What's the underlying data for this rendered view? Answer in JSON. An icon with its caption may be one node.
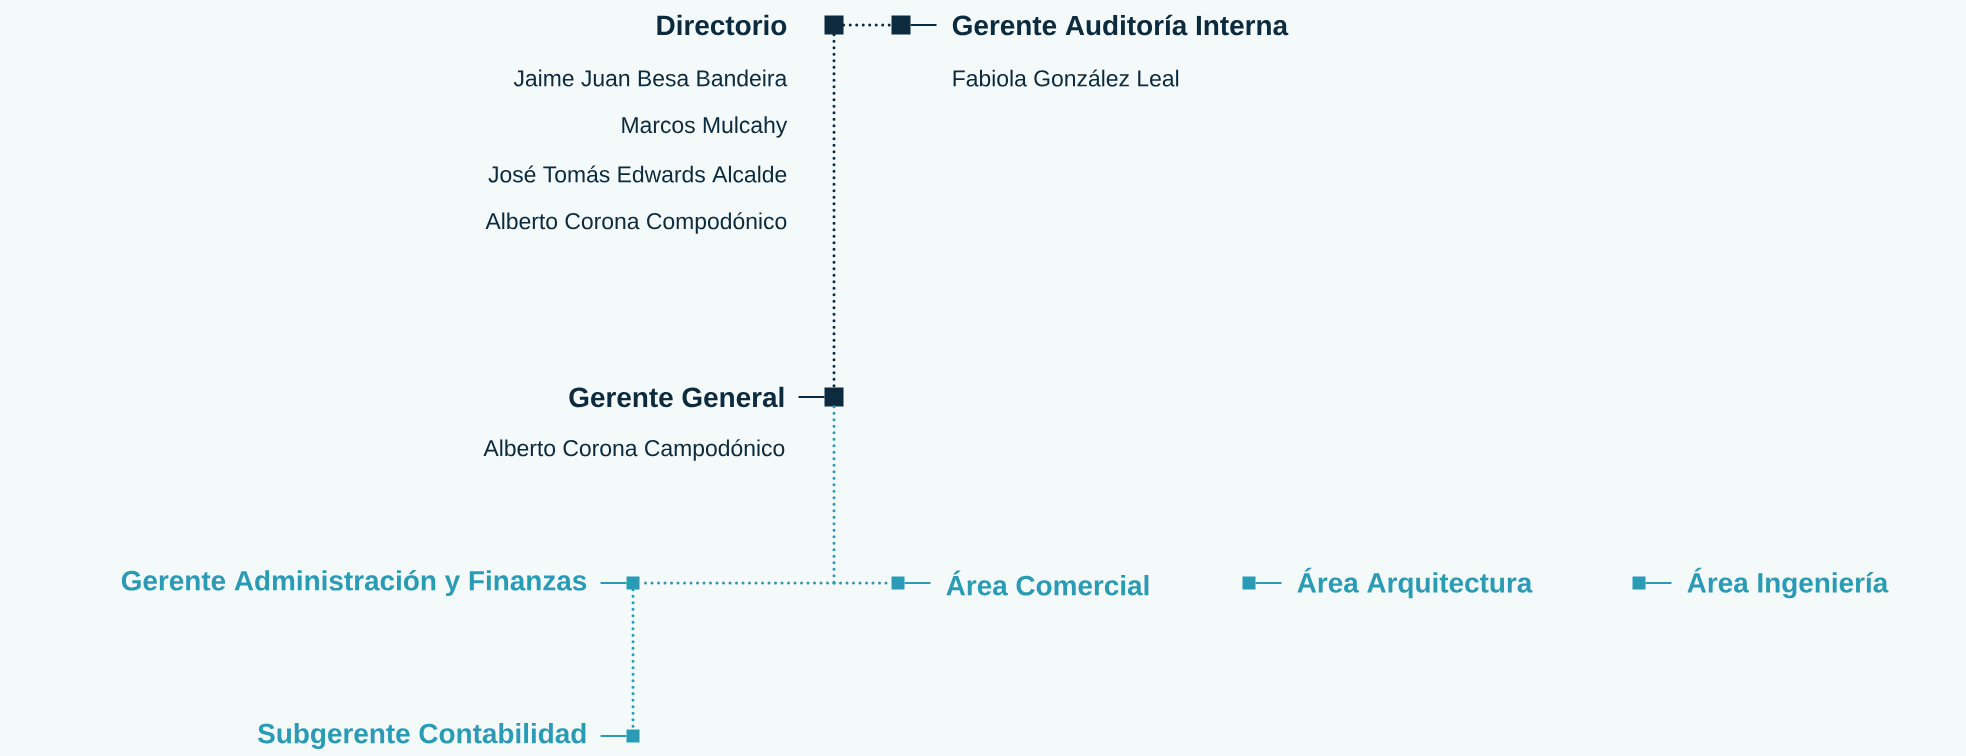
{
  "diagram": {
    "nodes": [
      {
        "text": [
          "Directorio"
        ],
        "beside": [
          "Jaime Juan Besa Bandeira",
          "Marcos Mulcahy",
          "José Tomás Edwards Alcalde",
          "Alberto Corona Compodónico"
        ]
      },
      {
        "text": [
          "Gerente Auditoría Interna"
        ],
        "beside": [
          "Fabiola González Leal"
        ]
      },
      {
        "text": [
          "Gerente General"
        ],
        "beside": [
          "Alberto Corona Campodónico"
        ]
      },
      {
        "text": [
          "Gerente Administración y Finanzas"
        ]
      },
      {
        "text": [
          "Área Comercial"
        ]
      },
      {
        "text": [
          "Área Arquitectura"
        ]
      },
      {
        "text": [
          "Área Ingeniería"
        ]
      },
      {
        "text": [
          "Subgerente Contabilidad"
        ]
      }
    ],
    "edges": [
      {
        "from": 0,
        "to": 1,
        "arrow": "none",
        "color": "#0d2b3e"
      },
      {
        "from": 0,
        "to": 2,
        "arrow": "none",
        "color": "#0d2b3e"
      },
      {
        "from": 2,
        "to": 3,
        "arrow": "none",
        "color": "#2a9bb5"
      },
      {
        "from": 2,
        "to": 4,
        "arrow": "none",
        "color": "#2a9bb5"
      },
      {
        "from": 3,
        "to": 7,
        "arrow": "none",
        "color": "#2a9bb5"
      }
    ]
  }
}
